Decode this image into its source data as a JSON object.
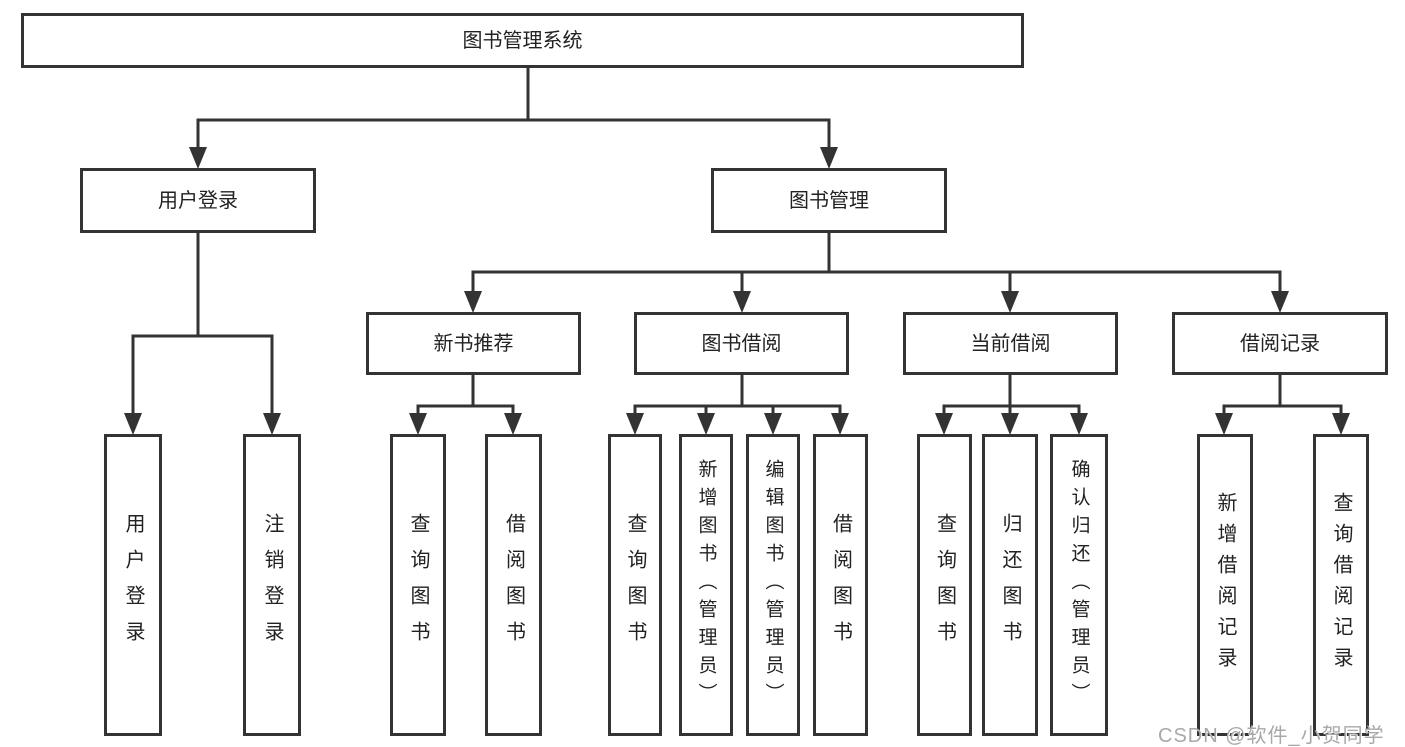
{
  "tree": {
    "root": {
      "label": "图书管理系统"
    },
    "branches": [
      {
        "label": "用户登录",
        "children": [
          {
            "label": "用户登录"
          },
          {
            "label": "注销登录"
          }
        ]
      },
      {
        "label": "图书管理",
        "children": [
          {
            "label": "新书推荐",
            "children": [
              {
                "label": "查询图书"
              },
              {
                "label": "借阅图书"
              }
            ]
          },
          {
            "label": "图书借阅",
            "children": [
              {
                "label": "查询图书"
              },
              {
                "label": "新增图书（管理员）"
              },
              {
                "label": "编辑图书（管理员）"
              },
              {
                "label": "借阅图书"
              }
            ]
          },
          {
            "label": "当前借阅",
            "children": [
              {
                "label": "查询图书"
              },
              {
                "label": "归还图书"
              },
              {
                "label": "确认归还（管理员）"
              }
            ]
          },
          {
            "label": "借阅记录",
            "children": [
              {
                "label": "新增借阅记录"
              },
              {
                "label": "查询借阅记录"
              }
            ]
          }
        ]
      }
    ]
  },
  "watermark": {
    "text": "CSDN @软件_小贺同学"
  },
  "colors": {
    "line": "#333333",
    "box_border": "#333333",
    "text": "#222222",
    "watermark": "#a8a8a8",
    "background": "#ffffff"
  }
}
